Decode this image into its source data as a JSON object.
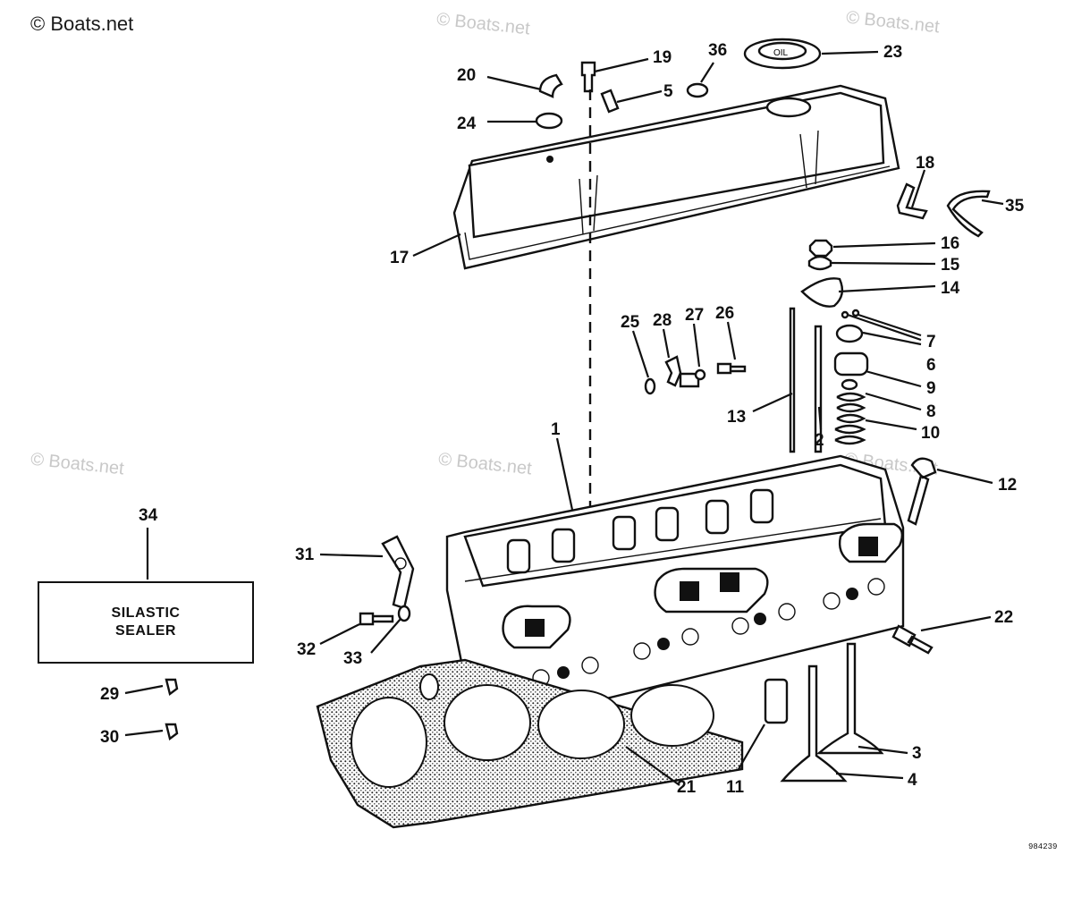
{
  "watermark": {
    "text": "© Boats.net"
  },
  "sealer_box": {
    "line1": "SILASTIC",
    "line2": "SEALER"
  },
  "rocker_cover": {
    "cap_label": "OIL"
  },
  "diagram_id": "984239",
  "callouts": [
    "1",
    "2",
    "3",
    "4",
    "5",
    "6",
    "7",
    "8",
    "9",
    "10",
    "11",
    "12",
    "13",
    "14",
    "15",
    "16",
    "17",
    "18",
    "19",
    "20",
    "21",
    "22",
    "23",
    "24",
    "25",
    "26",
    "27",
    "28",
    "29",
    "30",
    "31",
    "32",
    "33",
    "34",
    "35",
    "36"
  ],
  "colors": {
    "ink": "#111111",
    "watermark": "#c8c8c8",
    "background": "#ffffff"
  }
}
